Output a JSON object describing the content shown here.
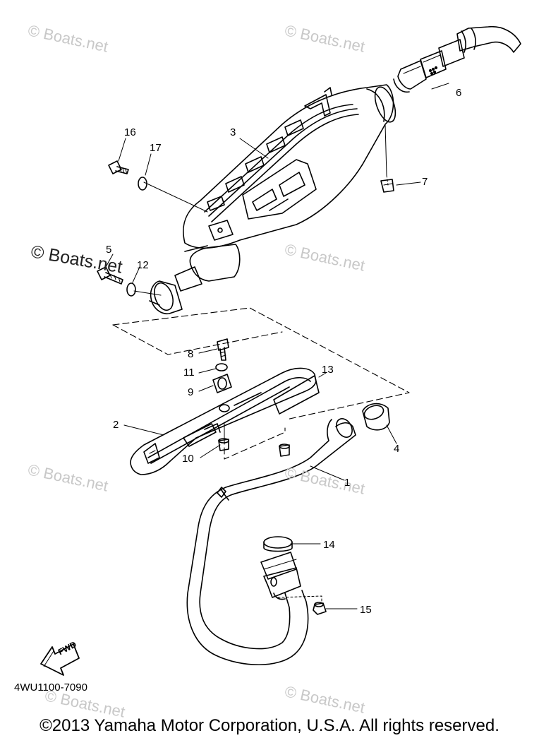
{
  "watermark": "© Boats.net",
  "diagram_code": "4WU1100-7090",
  "fwd_label": "FWD",
  "copyright": "©2013 Yamaha Motor Corporation, U.S.A. All rights reserved.",
  "callouts": {
    "p1": "1",
    "p2": "2",
    "p3": "3",
    "p4": "4",
    "p5": "5",
    "p6": "6",
    "p7": "7",
    "p8": "8",
    "p9": "9",
    "p10": "10",
    "p11": "11",
    "p12": "12",
    "p13": "13",
    "p14": "14",
    "p15": "15",
    "p16": "16",
    "p17": "17"
  }
}
